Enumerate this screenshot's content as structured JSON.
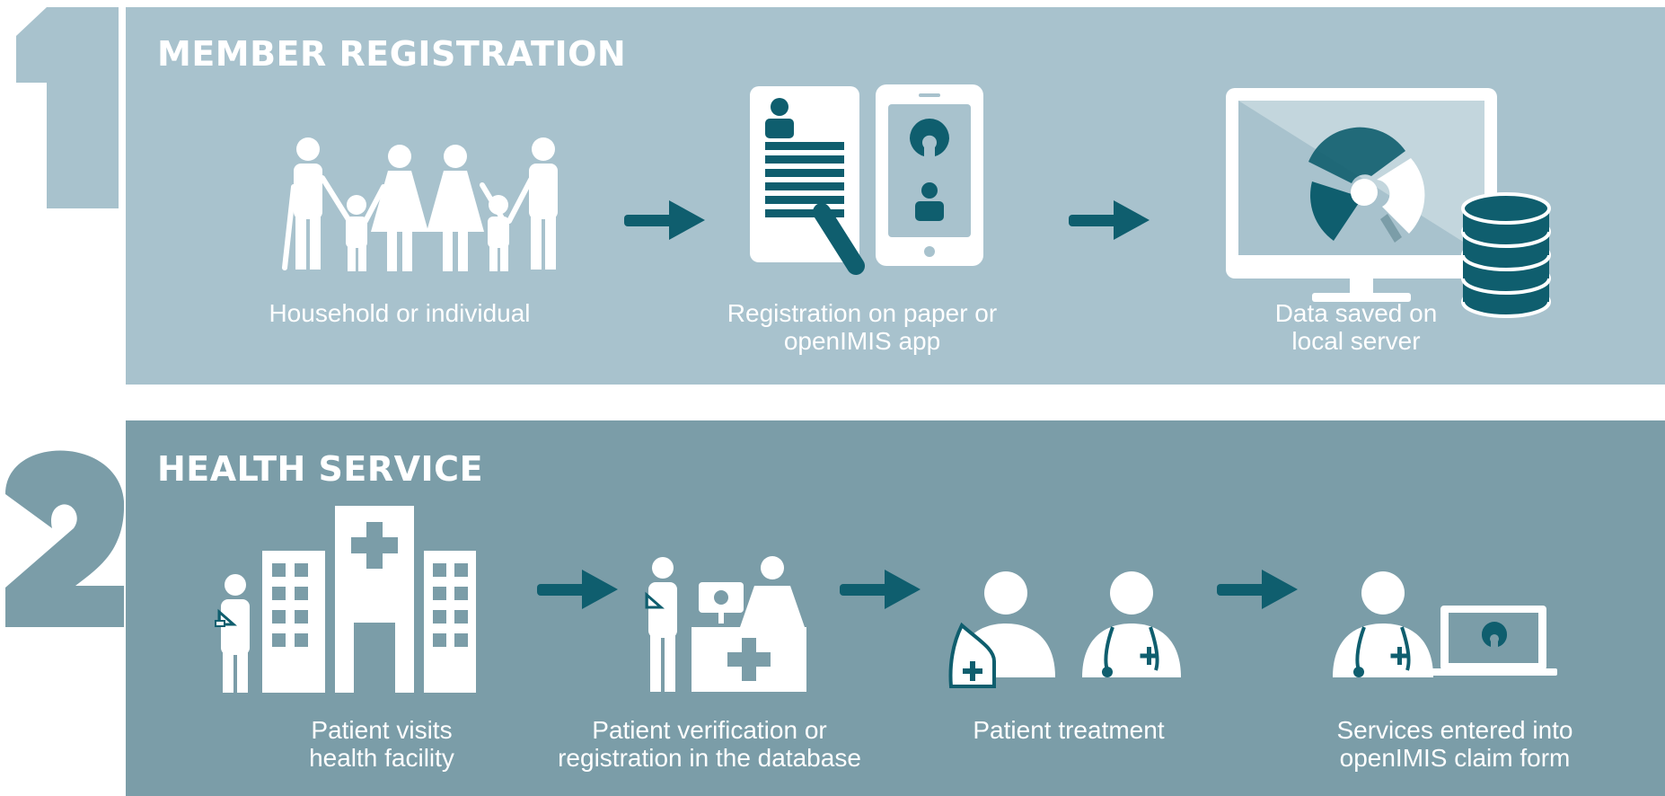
{
  "colors": {
    "panel1_bg": "#a8c2cd",
    "panel2_bg": "#7b9da8",
    "number1": "#a8c2cd",
    "number2": "#7b9da8",
    "accent": "#0f5e6e",
    "icon": "#ffffff"
  },
  "sections": [
    {
      "number": "1",
      "title": "MEMBER REGISTRATION",
      "steps": [
        {
          "label": "Household or individual",
          "icon": "family-icon"
        },
        {
          "label": "Registration on paper or\nopenIMIS app",
          "icon": "paper-form-and-tablet-icon"
        },
        {
          "label": "Data saved on\nlocal server",
          "icon": "monitor-and-database-icon"
        }
      ]
    },
    {
      "number": "2",
      "title": "HEALTH SERVICE",
      "steps": [
        {
          "label": "Patient visits\nhealth facility",
          "icon": "patient-and-hospital-icon"
        },
        {
          "label": "Patient verification or\nregistration in the database",
          "icon": "reception-desk-icon"
        },
        {
          "label": "Patient treatment",
          "icon": "patient-and-doctor-icon"
        },
        {
          "label": "Services entered into\nopenIMIS claim form",
          "icon": "doctor-and-laptop-icon"
        }
      ]
    }
  ]
}
